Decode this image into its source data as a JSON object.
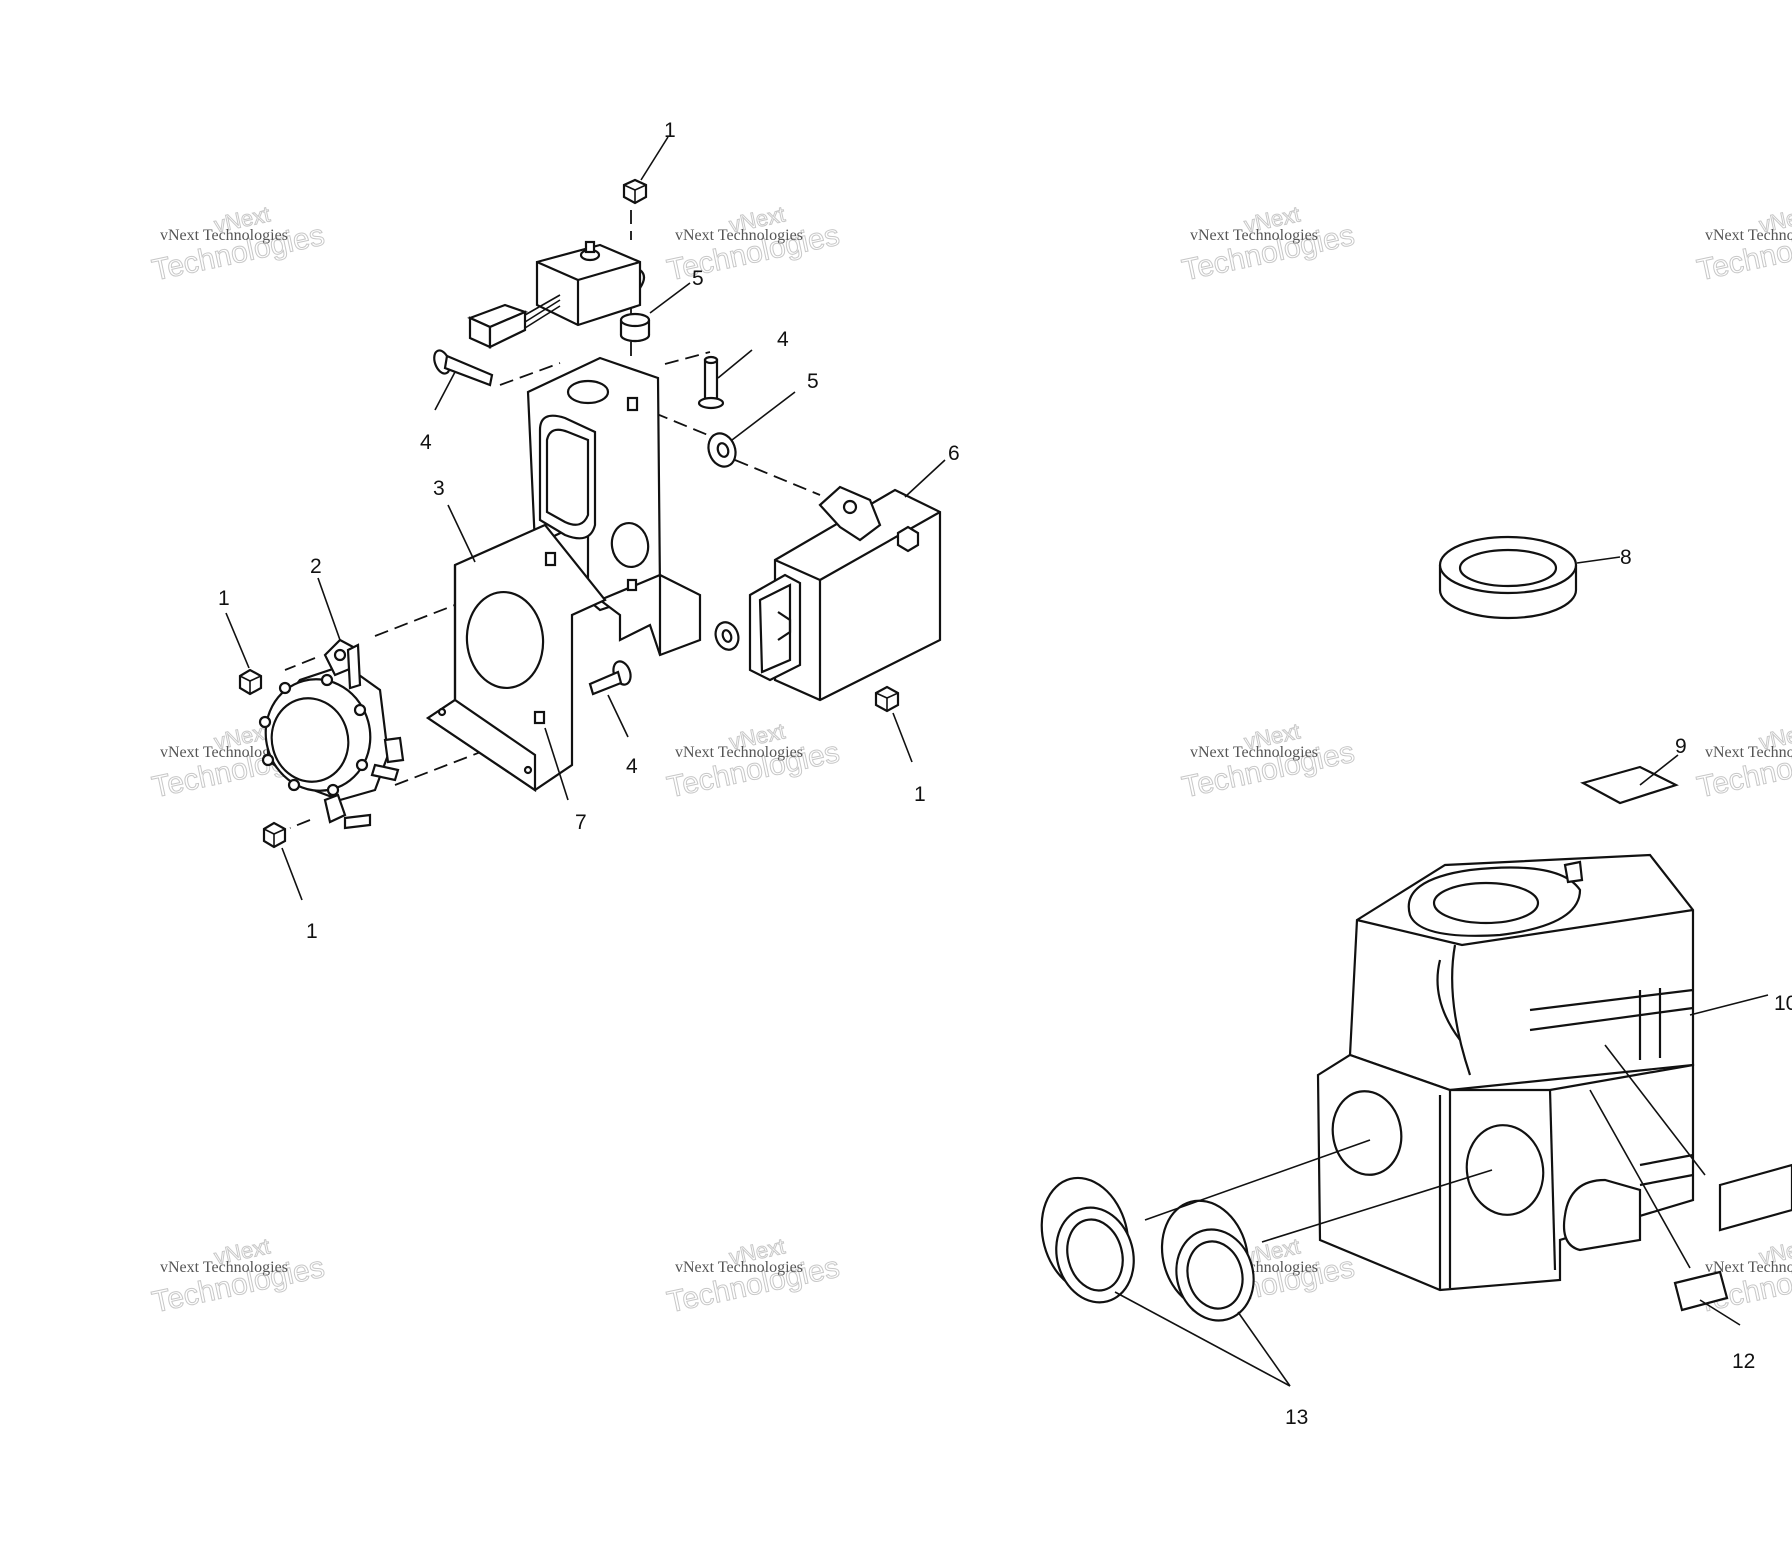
{
  "watermark": {
    "line_small": "vNext Technologies",
    "line_big_top": "vNext",
    "line_big_bottom": "Technologies"
  },
  "callouts": [
    {
      "id": "c1a",
      "text": "1"
    },
    {
      "id": "c5a",
      "text": "5"
    },
    {
      "id": "c4a",
      "text": "4"
    },
    {
      "id": "c5b",
      "text": "5"
    },
    {
      "id": "c4b",
      "text": "4"
    },
    {
      "id": "c6",
      "text": "6"
    },
    {
      "id": "c3",
      "text": "3"
    },
    {
      "id": "c2",
      "text": "2"
    },
    {
      "id": "c1b",
      "text": "1"
    },
    {
      "id": "c4c",
      "text": "4"
    },
    {
      "id": "c1c",
      "text": "1"
    },
    {
      "id": "c7",
      "text": "7"
    },
    {
      "id": "c1d",
      "text": "1"
    },
    {
      "id": "c8",
      "text": "8"
    },
    {
      "id": "c9",
      "text": "9"
    },
    {
      "id": "c10",
      "text": "10"
    },
    {
      "id": "c12",
      "text": "12"
    },
    {
      "id": "c13",
      "text": "13"
    }
  ]
}
